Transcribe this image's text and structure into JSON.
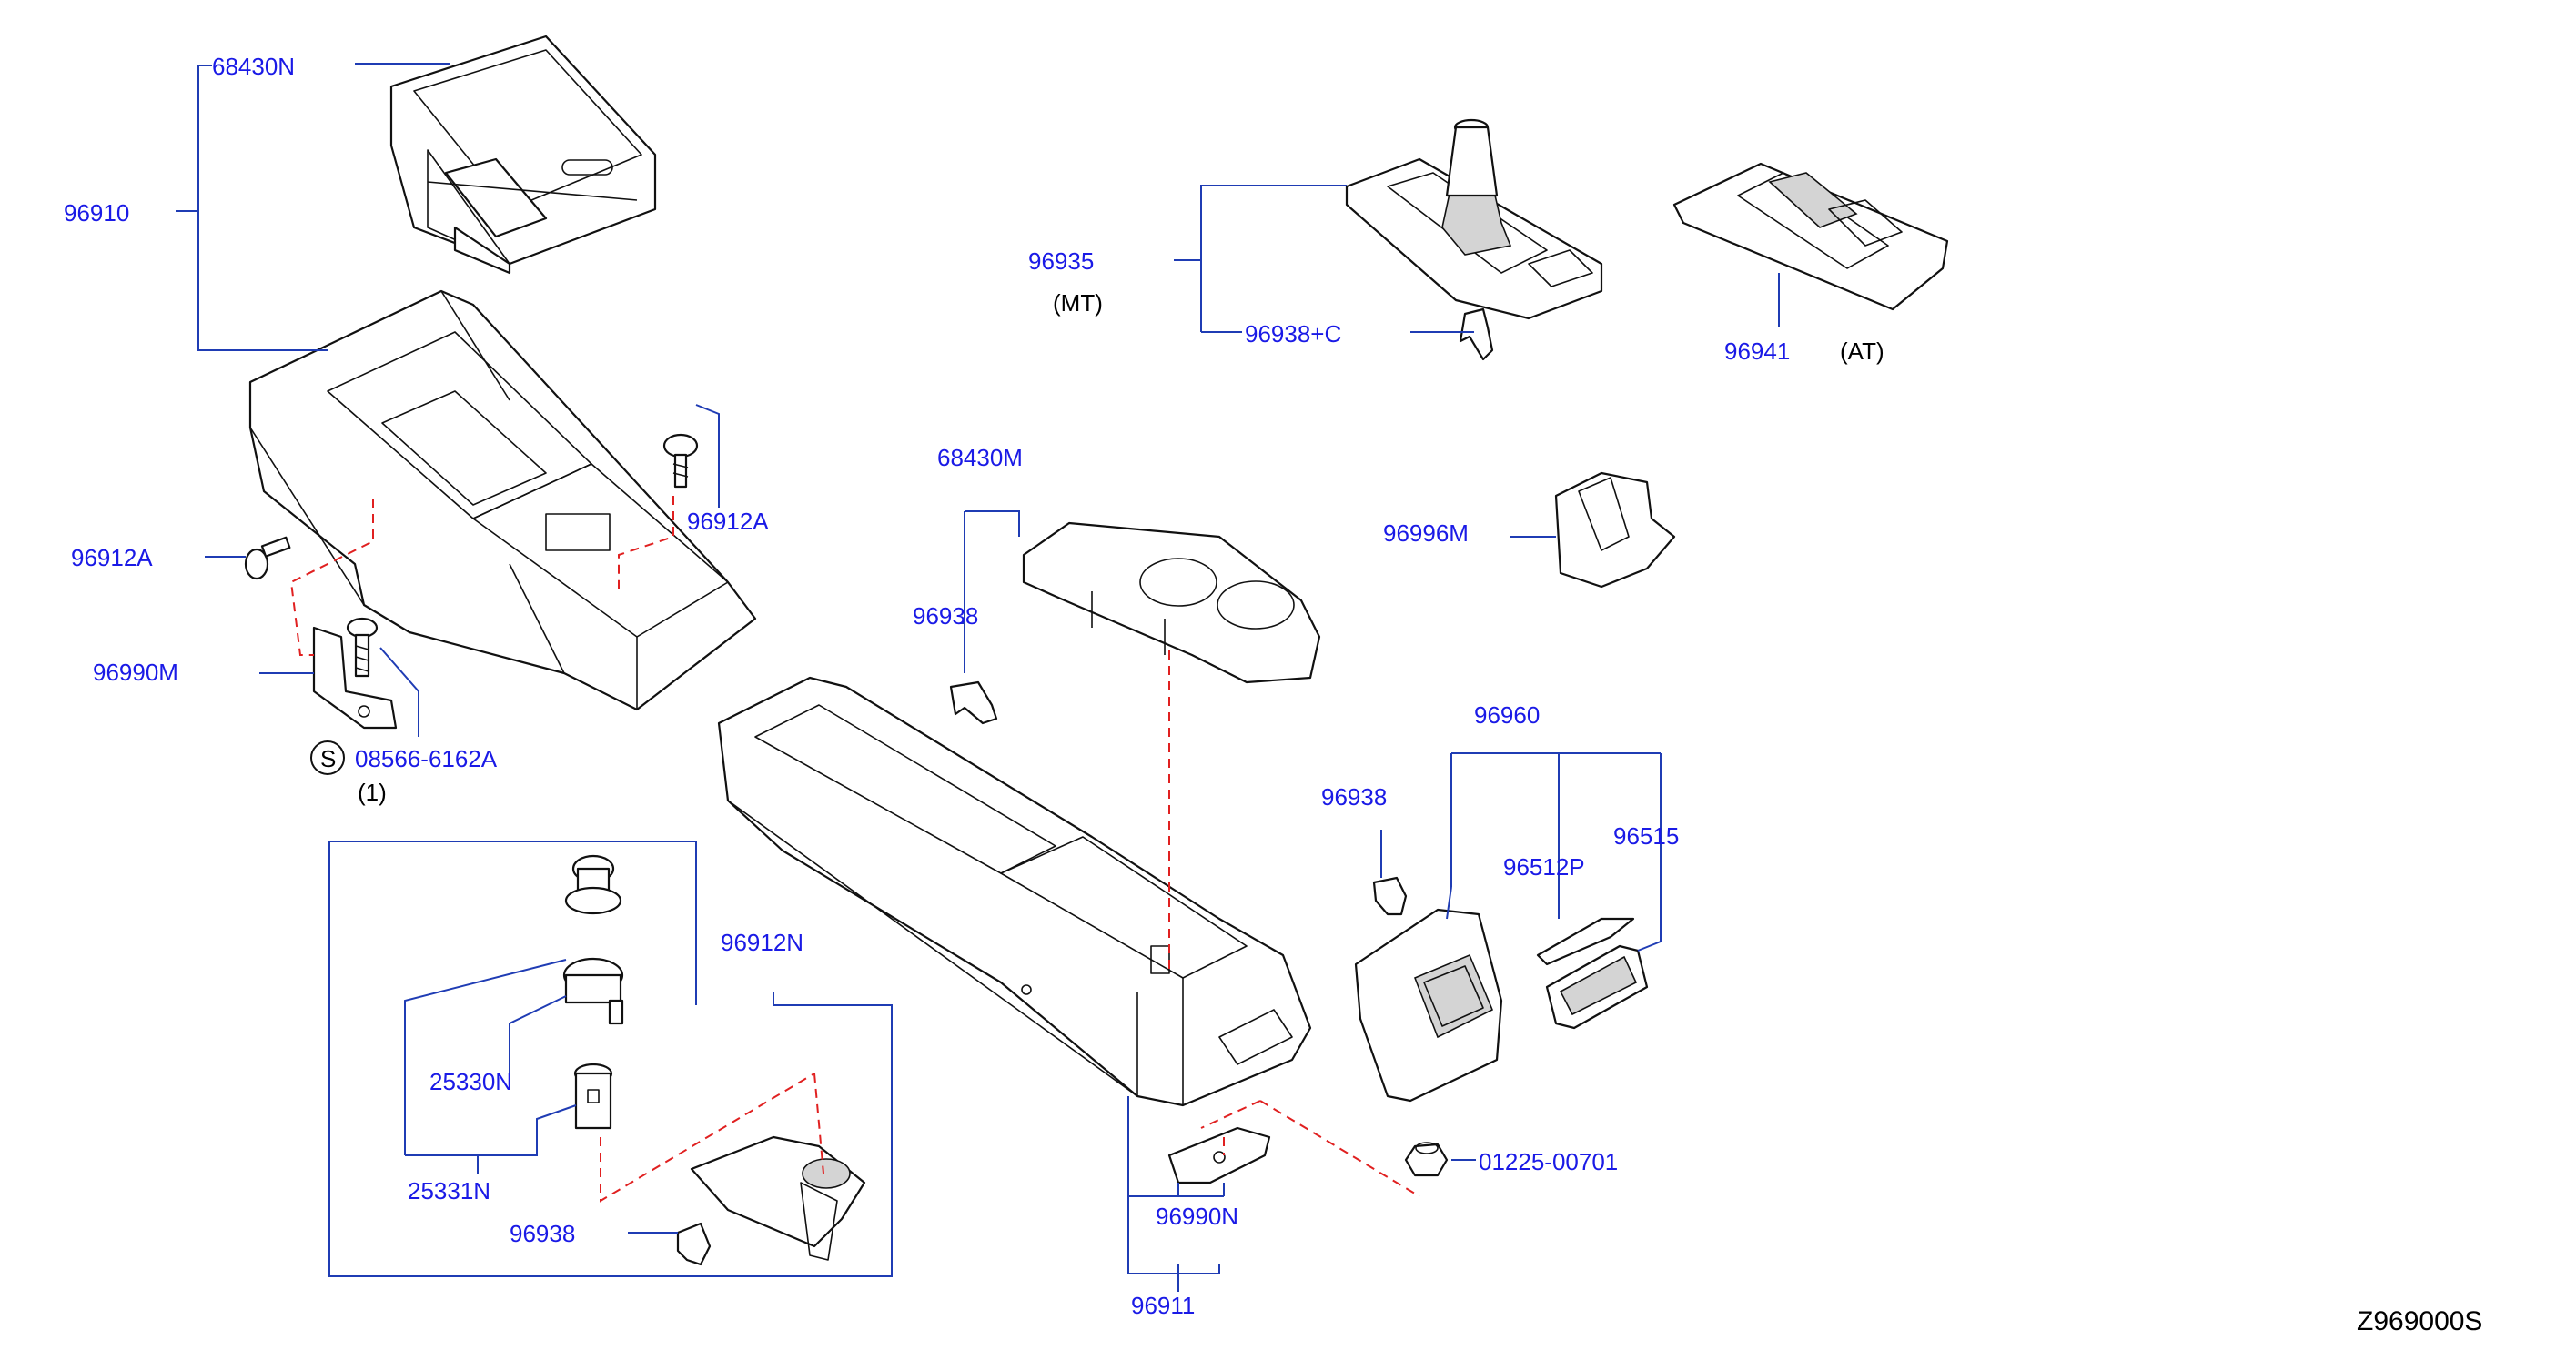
{
  "diagram_code": "Z969000S",
  "colors": {
    "part_number": "#1a1ae6",
    "leader_line": "#1f3cb4",
    "hidden_line": "#e02020",
    "outline": "#111111"
  },
  "labels": {
    "p68430N": "68430N",
    "p96910": "96910",
    "p96935": "96935",
    "mt": "(MT)",
    "p96938C": "96938+C",
    "p96941": "96941",
    "at": "(AT)",
    "p96912A_right": "96912A",
    "p96912A_left": "96912A",
    "p68430M": "68430M",
    "p96938_center": "96938",
    "p96996M": "96996M",
    "p96990M": "96990M",
    "s_symbol": "S",
    "p08566": "08566-6162A",
    "qty": "(1)",
    "p96960": "96960",
    "p96938_right": "96938",
    "p96515": "96515",
    "p96512P": "96512P",
    "p96912N": "96912N",
    "p25330N": "25330N",
    "p25331N": "25331N",
    "p96938_box": "96938",
    "p01225": "01225-00701",
    "p96990N": "96990N",
    "p96911": "96911"
  }
}
